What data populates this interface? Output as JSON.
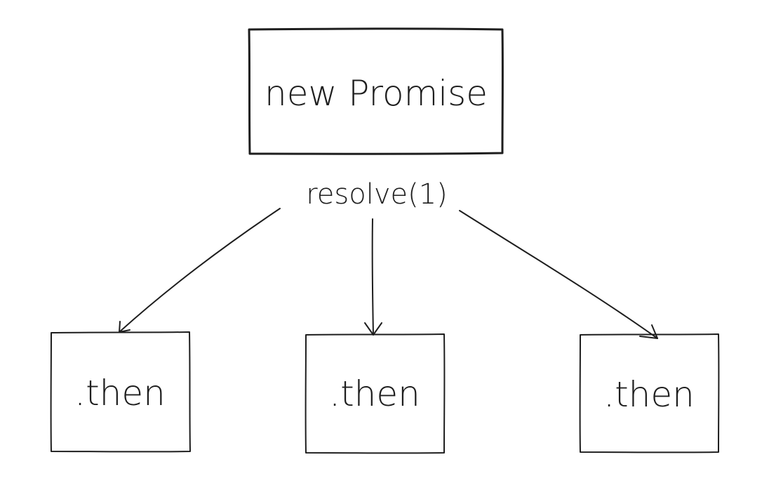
{
  "diagram": {
    "root": {
      "label": "new Promise"
    },
    "edge_label": "resolve(1)",
    "children": [
      {
        "label": ".then"
      },
      {
        "label": ".then"
      },
      {
        "label": ".then"
      }
    ],
    "colors": {
      "stroke": "#1e1e1e",
      "background": "#ffffff"
    }
  }
}
